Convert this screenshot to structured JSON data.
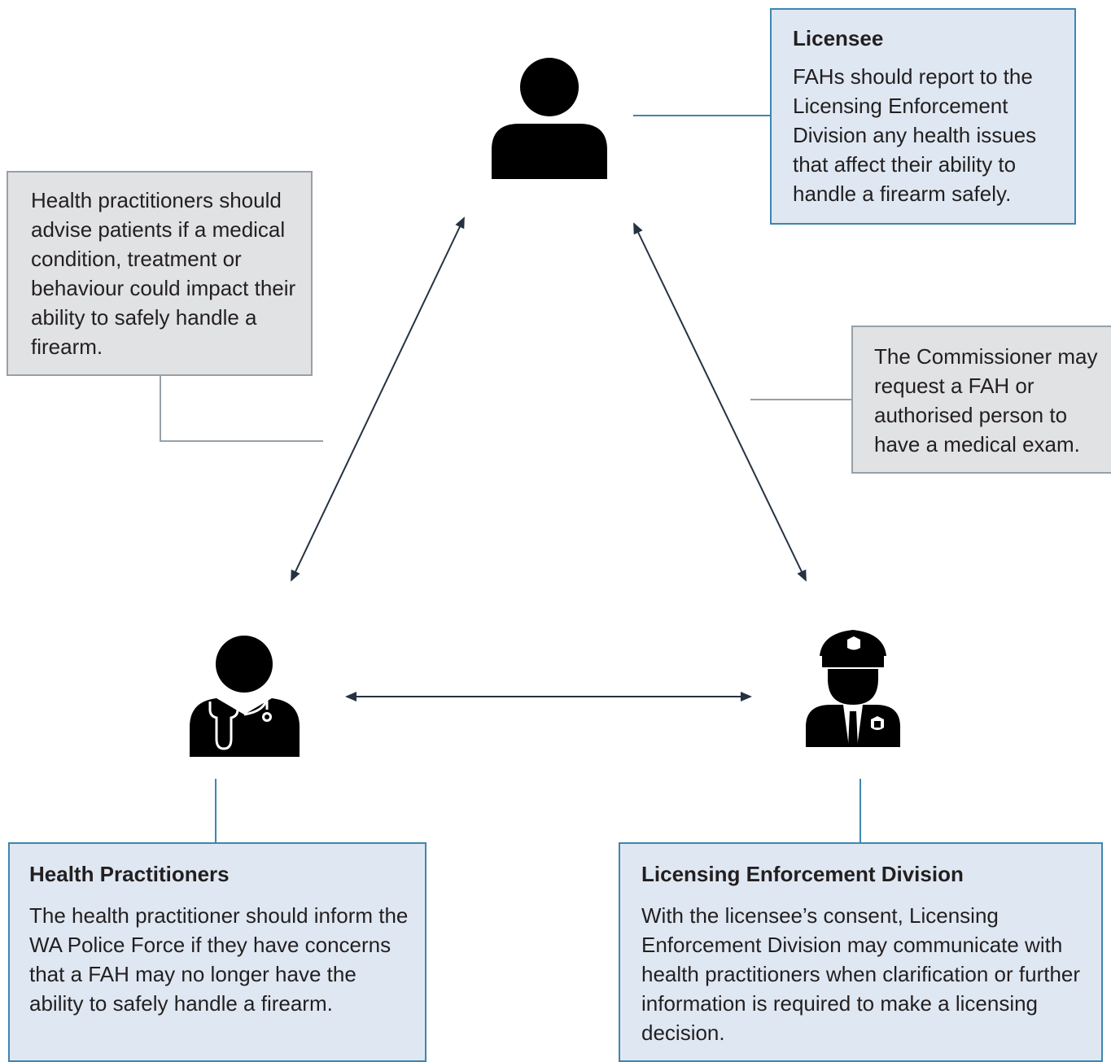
{
  "licensee": {
    "title": "Licensee",
    "body": "FAHs should report to the Licensing Enforcement Division any health issues that affect their ability to handle a firearm safely."
  },
  "health_practitioner_note": {
    "body": "Health practitioners should advise patients if a medical condition, treatment or behaviour could impact their ability to safely handle a firearm."
  },
  "commissioner_note": {
    "body": "The Commissioner may request a FAH or authorised person to have a medical exam."
  },
  "health_practitioners": {
    "title": "Health Practitioners",
    "body": "The health practitioner should inform the WA Police Force if they have concerns that a FAH may no longer have the ability to safely handle a firearm."
  },
  "licensing_enforcement_division": {
    "title": "Licensing Enforcement Division",
    "body": "With the licensee’s consent, Licensing Enforcement Division may communicate with health practitioners when clarification or further information is required to make a licensing decision."
  },
  "icons": [
    "person-icon",
    "doctor-icon",
    "police-officer-icon"
  ],
  "colors": {
    "blue_box_fill": "#dfe8f2",
    "blue_box_border": "#3d86b0",
    "grey_box_fill": "#e1e2e4",
    "grey_box_border": "#96a0a8",
    "arrow": "#253241",
    "icon": "#000000"
  }
}
